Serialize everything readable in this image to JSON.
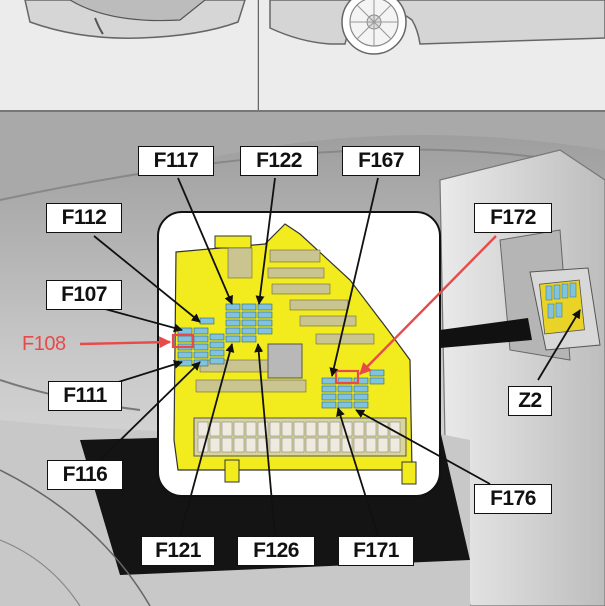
{
  "labels": {
    "f117": "F117",
    "f122": "F122",
    "f167": "F167",
    "f112": "F112",
    "f172": "F172",
    "f107": "F107",
    "f108": "F108",
    "f111": "F111",
    "z2": "Z2",
    "f116": "F116",
    "f176": "F176",
    "f121": "F121",
    "f126": "F126",
    "f171": "F171"
  },
  "colors": {
    "fuse_box": "#f2ec1f",
    "fuse_blue": "#7fc3de",
    "highlight": "#e84a4a"
  }
}
